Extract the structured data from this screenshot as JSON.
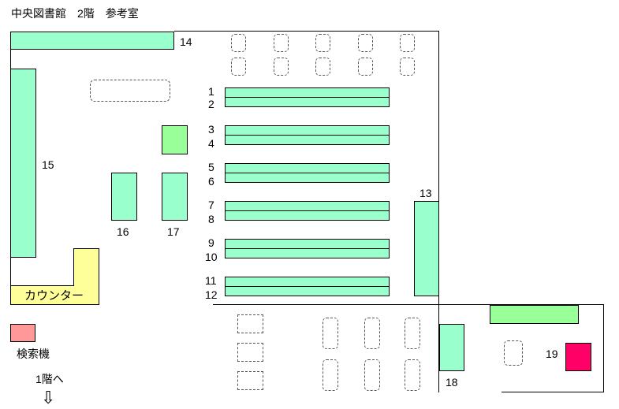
{
  "title": "中央図書館　2階　参考室",
  "shelf_numbers": {
    "s1": "1",
    "s2": "2",
    "s3": "3",
    "s4": "4",
    "s5": "5",
    "s6": "6",
    "s7": "7",
    "s8": "8",
    "s9": "9",
    "s10": "10",
    "s11": "11",
    "s12": "12",
    "s13": "13",
    "s14": "14",
    "s15": "15",
    "s16": "16",
    "s17": "17",
    "s18": "18",
    "s19": "19"
  },
  "counter_label": "カウンター",
  "search_terminal_label": "検索機",
  "stairs_label": "1階へ",
  "stairs_arrow": "⇩",
  "colors": {
    "shelf": "#99ffcc",
    "bright_shelf": "#99ff99",
    "counter": "#ffff99",
    "search_terminal": "#ff9999",
    "item_19": "#ff0066"
  }
}
